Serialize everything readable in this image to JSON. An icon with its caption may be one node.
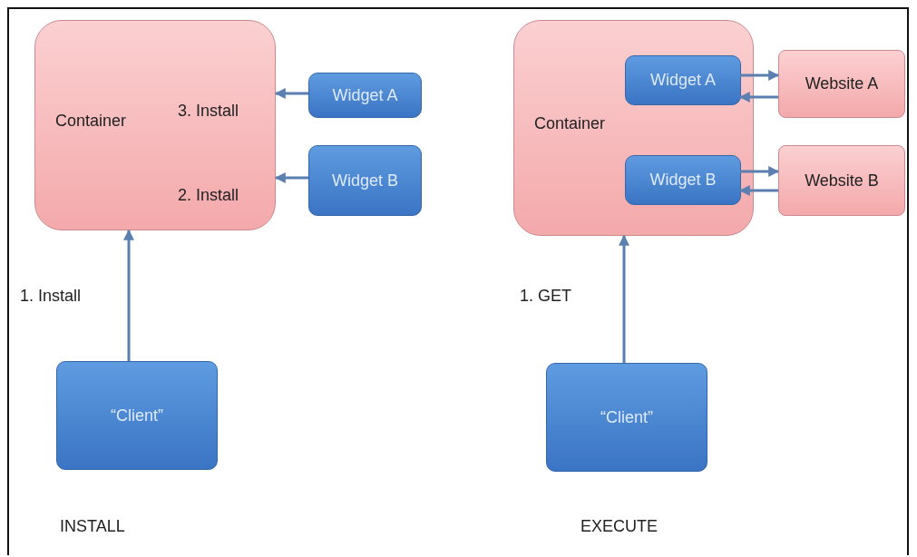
{
  "diagram": {
    "nodes": [
      {
        "text": [
          "Container"
        ]
      },
      {
        "text": [
          "Widget A"
        ]
      },
      {
        "text": [
          "Widget B"
        ]
      },
      {
        "text": [
          "“Client”"
        ]
      },
      {
        "text": [
          "Container"
        ]
      },
      {
        "text": [
          "Widget A"
        ],
        "in": 4
      },
      {
        "text": [
          "Widget B"
        ],
        "in": 4
      },
      {
        "text": [
          "Website A"
        ]
      },
      {
        "text": [
          "Website B"
        ]
      },
      {
        "text": [
          "“Client”"
        ]
      }
    ],
    "edges": [
      {
        "from": 1,
        "to": 0,
        "arrow": "to",
        "label": "3. Install"
      },
      {
        "from": 2,
        "to": 0,
        "arrow": "to",
        "label": "2. Install"
      },
      {
        "from": 3,
        "to": 0,
        "arrow": "to",
        "label": "1. Install"
      },
      {
        "from": 5,
        "to": 7,
        "arrow": "to"
      },
      {
        "from": 7,
        "to": 5,
        "arrow": "to"
      },
      {
        "from": 6,
        "to": 8,
        "arrow": "to"
      },
      {
        "from": 8,
        "to": 6,
        "arrow": "to"
      },
      {
        "from": 9,
        "to": 4,
        "arrow": "to",
        "label": "1. GET"
      }
    ],
    "labels": [
      "INSTALL",
      "EXECUTE"
    ]
  }
}
